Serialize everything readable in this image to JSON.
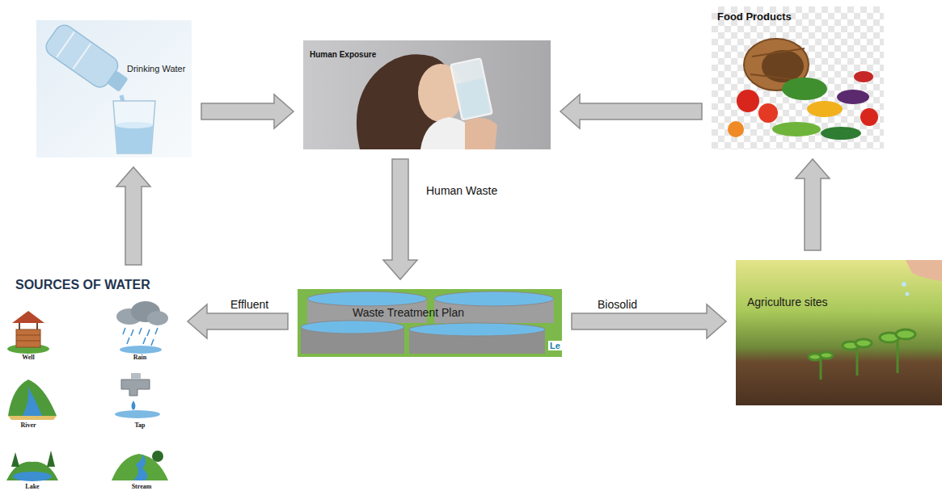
{
  "diagram": {
    "nodes": [
      {
        "text": [
          "Drinking Water"
        ]
      },
      {
        "text": [
          "Human Exposure"
        ]
      },
      {
        "text": [
          "Food Products"
        ]
      },
      {
        "text": [
          "SOURCES OF WATER"
        ]
      },
      {
        "text": [
          "Waste Treatment Plan"
        ]
      },
      {
        "text": [
          "Agriculture sites"
        ]
      }
    ],
    "edges": [
      {
        "from": 0,
        "to": 1,
        "arrow": "to"
      },
      {
        "from": 2,
        "to": 1,
        "arrow": "to"
      },
      {
        "from": 1,
        "to": 4,
        "arrow": "to",
        "label": "Human Waste"
      },
      {
        "from": 4,
        "to": 3,
        "arrow": "to",
        "label": "Effluent"
      },
      {
        "from": 4,
        "to": 5,
        "arrow": "to",
        "label": "Biosolid"
      },
      {
        "from": 3,
        "to": 0,
        "arrow": "to"
      },
      {
        "from": 5,
        "to": 2,
        "arrow": "to"
      }
    ],
    "labels": [
      "Well",
      "Rain",
      "River",
      "Tap",
      "Lake",
      "Stream",
      "Le"
    ]
  }
}
